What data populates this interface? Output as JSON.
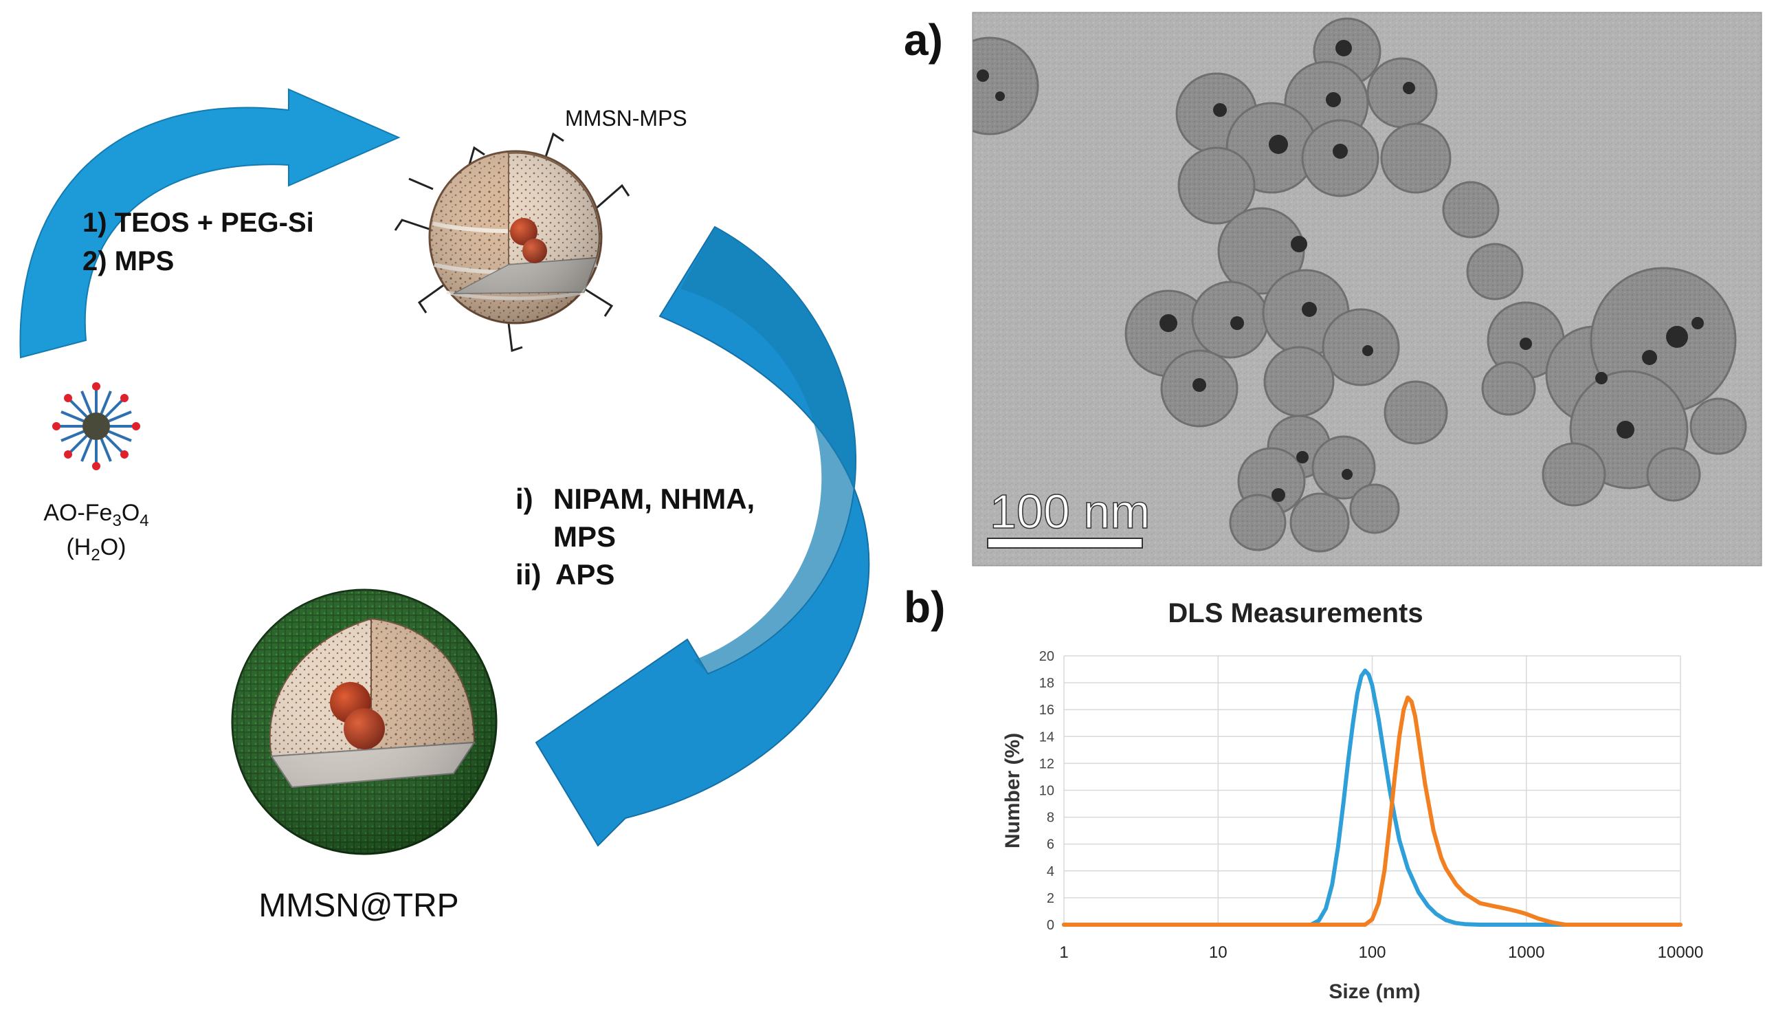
{
  "scheme": {
    "step1_line1": "1) TEOS + PEG-Si",
    "step1_line2": "2) MPS",
    "step2_line1_num": "i)",
    "step2_line1_text": "NIPAM, NHMA,",
    "step2_line2_text": "MPS",
    "step2_line3_num": "ii)",
    "step2_line3_text": "APS",
    "label_mmsn_mps": "MMSN-MPS",
    "label_start_main": "AO-Fe",
    "label_start_sub1": "3",
    "label_start_mid": "O",
    "label_start_sub2": "4",
    "label_solvent_open": "(H",
    "label_solvent_sub": "2",
    "label_solvent_close": "O)",
    "label_final": "MMSN@TRP",
    "colors": {
      "arrow": "#1d9bd9",
      "arrow_dark": "#167fb5",
      "shell_green": "#1f6b1f",
      "core_red": "#b0280e",
      "silica_tan": "#c9a07a"
    }
  },
  "panel_a": {
    "label": "a)",
    "scale_bar_text": "100 nm"
  },
  "panel_b": {
    "label": "b)",
    "chart_data": {
      "type": "line",
      "title": "DLS Measurements",
      "xlabel": "Size (nm)",
      "ylabel": "Number (%)",
      "xscale": "log",
      "xlim": [
        1,
        10000
      ],
      "ylim": [
        0,
        20
      ],
      "xticks": [
        "1",
        "10",
        "100",
        "1000",
        "10000"
      ],
      "yticks": [
        "0",
        "2",
        "4",
        "6",
        "8",
        "10",
        "12",
        "14",
        "16",
        "18",
        "20"
      ],
      "grid": true,
      "series": [
        {
          "color": "#2e9fd8",
          "x": [
            1,
            40,
            45,
            50,
            55,
            60,
            65,
            70,
            75,
            80,
            85,
            90,
            95,
            100,
            110,
            120,
            130,
            140,
            150,
            170,
            200,
            230,
            260,
            300,
            350,
            400,
            500,
            10000
          ],
          "y": [
            0,
            0,
            0.3,
            1.2,
            3.0,
            5.8,
            9.0,
            12.3,
            15.0,
            17.2,
            18.5,
            18.9,
            18.6,
            17.8,
            15.3,
            12.5,
            10.0,
            8.0,
            6.3,
            4.2,
            2.4,
            1.4,
            0.8,
            0.35,
            0.12,
            0.04,
            0,
            0
          ]
        },
        {
          "color": "#f28020",
          "x": [
            1,
            90,
            100,
            110,
            120,
            130,
            140,
            150,
            160,
            170,
            180,
            190,
            200,
            220,
            250,
            280,
            300,
            350,
            400,
            500,
            600,
            700,
            800,
            900,
            1000,
            1200,
            1500,
            1800,
            10000
          ],
          "y": [
            0,
            0,
            0.4,
            1.6,
            4.0,
            7.5,
            11.0,
            14.0,
            16.0,
            16.9,
            16.6,
            15.5,
            13.8,
            10.5,
            7.0,
            5.0,
            4.2,
            3.0,
            2.3,
            1.6,
            1.4,
            1.25,
            1.1,
            0.95,
            0.8,
            0.45,
            0.15,
            0,
            0
          ]
        }
      ]
    }
  }
}
